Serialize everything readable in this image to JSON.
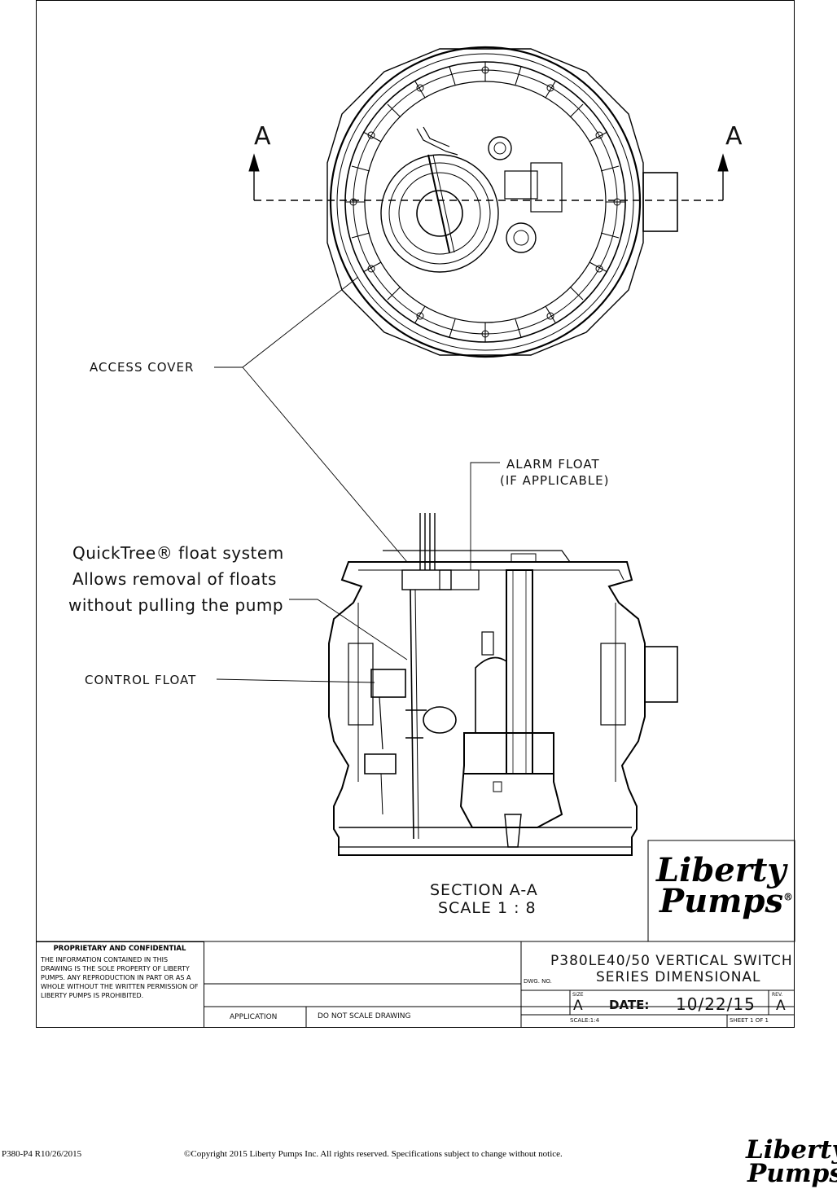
{
  "section_marker": "A",
  "callouts": {
    "access_cover": "ACCESS COVER",
    "alarm_float_line1": "ALARM FLOAT",
    "alarm_float_line2": "(IF APPLICABLE)",
    "quicktree_line1": "QuickTree® float system",
    "quicktree_line2": "Allows removal of floats",
    "quicktree_line3": "without pulling the pump",
    "control_float": "CONTROL FLOAT"
  },
  "section_caption": {
    "line1": "SECTION A-A",
    "line2": "SCALE 1 : 8"
  },
  "logo": {
    "line1": "Liberty",
    "line2": "Pumps",
    "mark": "®"
  },
  "proprietary": {
    "heading": "PROPRIETARY AND CONFIDENTIAL",
    "body": "THE INFORMATION CONTAINED IN THIS DRAWING IS THE SOLE PROPERTY OF LIBERTY PUMPS. ANY REPRODUCTION IN PART OR AS A WHOLE WITHOUT THE WRITTEN PERMISSION OF LIBERTY PUMPS IS PROHIBITED."
  },
  "title_block": {
    "title_line1": "P380LE40/50 VERTICAL SWITCH",
    "title_line2": "SERIES DIMENSIONAL",
    "dwg_no_label": "DWG.  NO.",
    "size_label": "SIZE",
    "size_value": "A",
    "date_label": "DATE:",
    "date_value": "10/22/15",
    "rev_label": "REV.",
    "rev_value": "A",
    "scale": "SCALE:1:4",
    "sheet": "SHEET 1 OF 1",
    "application": "APPLICATION",
    "do_not_scale": "DO  NOT  SCALE  DRAWING"
  },
  "footer": {
    "doc_id": "P380-P4 R10/26/2015",
    "copyright": "©Copyright 2015 Liberty Pumps Inc.    All rights reserved.  Specifications subject to change without notice."
  }
}
